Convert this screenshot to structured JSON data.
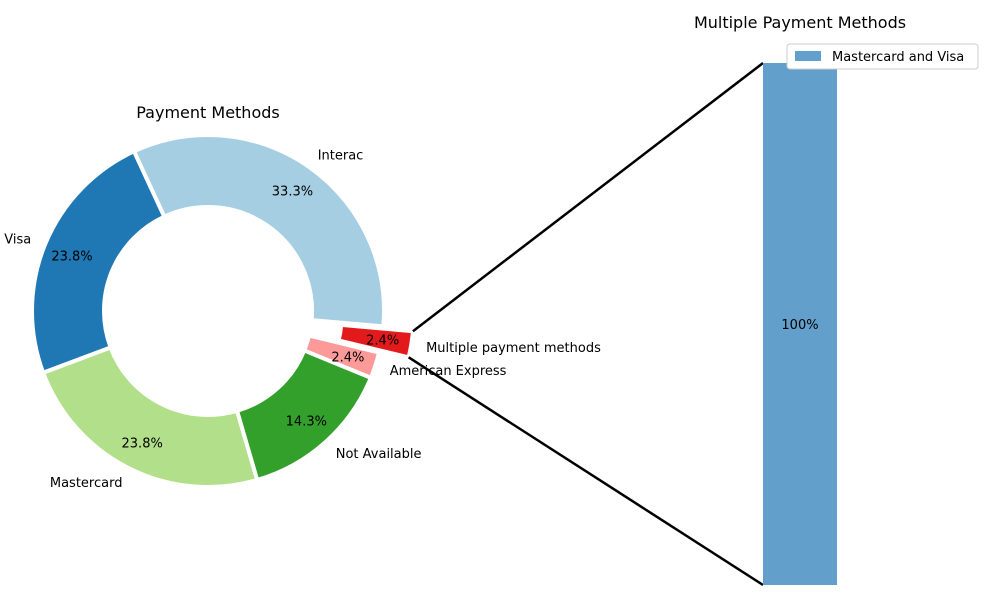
{
  "chart_data": [
    {
      "type": "pie",
      "subtype": "donut",
      "title": "Payment Methods",
      "slices": [
        {
          "label": "Interac",
          "percent": 33.3,
          "pct_label": "33.3%",
          "color": "#a6cee3"
        },
        {
          "label": "Visa",
          "percent": 23.8,
          "pct_label": "23.8%",
          "color": "#1f78b4"
        },
        {
          "label": "Mastercard",
          "percent": 23.8,
          "pct_label": "23.8%",
          "color": "#b2df8a"
        },
        {
          "label": "Not Available",
          "percent": 14.3,
          "pct_label": "14.3%",
          "color": "#33a02c"
        },
        {
          "label": "American Express",
          "percent": 2.4,
          "pct_label": "2.4%",
          "color": "#fb9a99"
        },
        {
          "label": "Multiple payment methods",
          "percent": 2.4,
          "pct_label": "2.4%",
          "color": "#e31a1c",
          "exploded": true
        }
      ]
    },
    {
      "type": "bar",
      "subtype": "stacked",
      "title": "Multiple Payment Methods",
      "series": [
        {
          "name": "Mastercard and Visa",
          "value": 100,
          "value_label": "100%",
          "color": "#62a0cb"
        }
      ],
      "legend": "top-right"
    }
  ]
}
